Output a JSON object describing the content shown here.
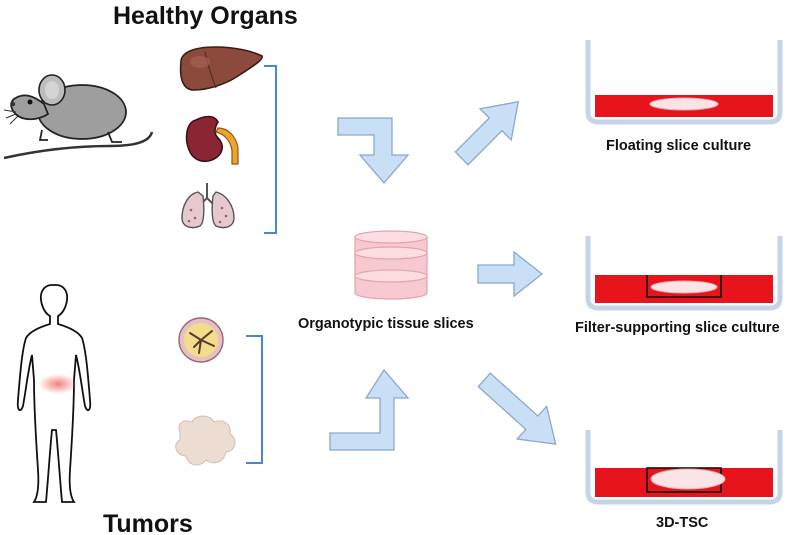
{
  "titles": {
    "healthy": "Healthy Organs",
    "tumors": "Tumors"
  },
  "center_label": "Organotypic tissue slices",
  "cultures": {
    "floating": "Floating slice culture",
    "filter": "Filter-supporting slice culture",
    "tsc3d": "3D-TSC"
  },
  "colors": {
    "arrow_fill": "#c9dff5",
    "arrow_stroke": "#8aa8c8",
    "bracket": "#4a86c8",
    "medium_red": "#e8141b",
    "slice_pink": "#f6c8cf",
    "dish_wall": "#c7d3e6"
  },
  "icons": {
    "mouse": "mouse-icon",
    "human": "human-body-icon",
    "liver": "liver-icon",
    "kidney": "kidney-icon",
    "lungs": "lungs-icon",
    "tumor_section": "tumor-section-icon",
    "tumor_fragment": "tumor-fragment-icon"
  }
}
